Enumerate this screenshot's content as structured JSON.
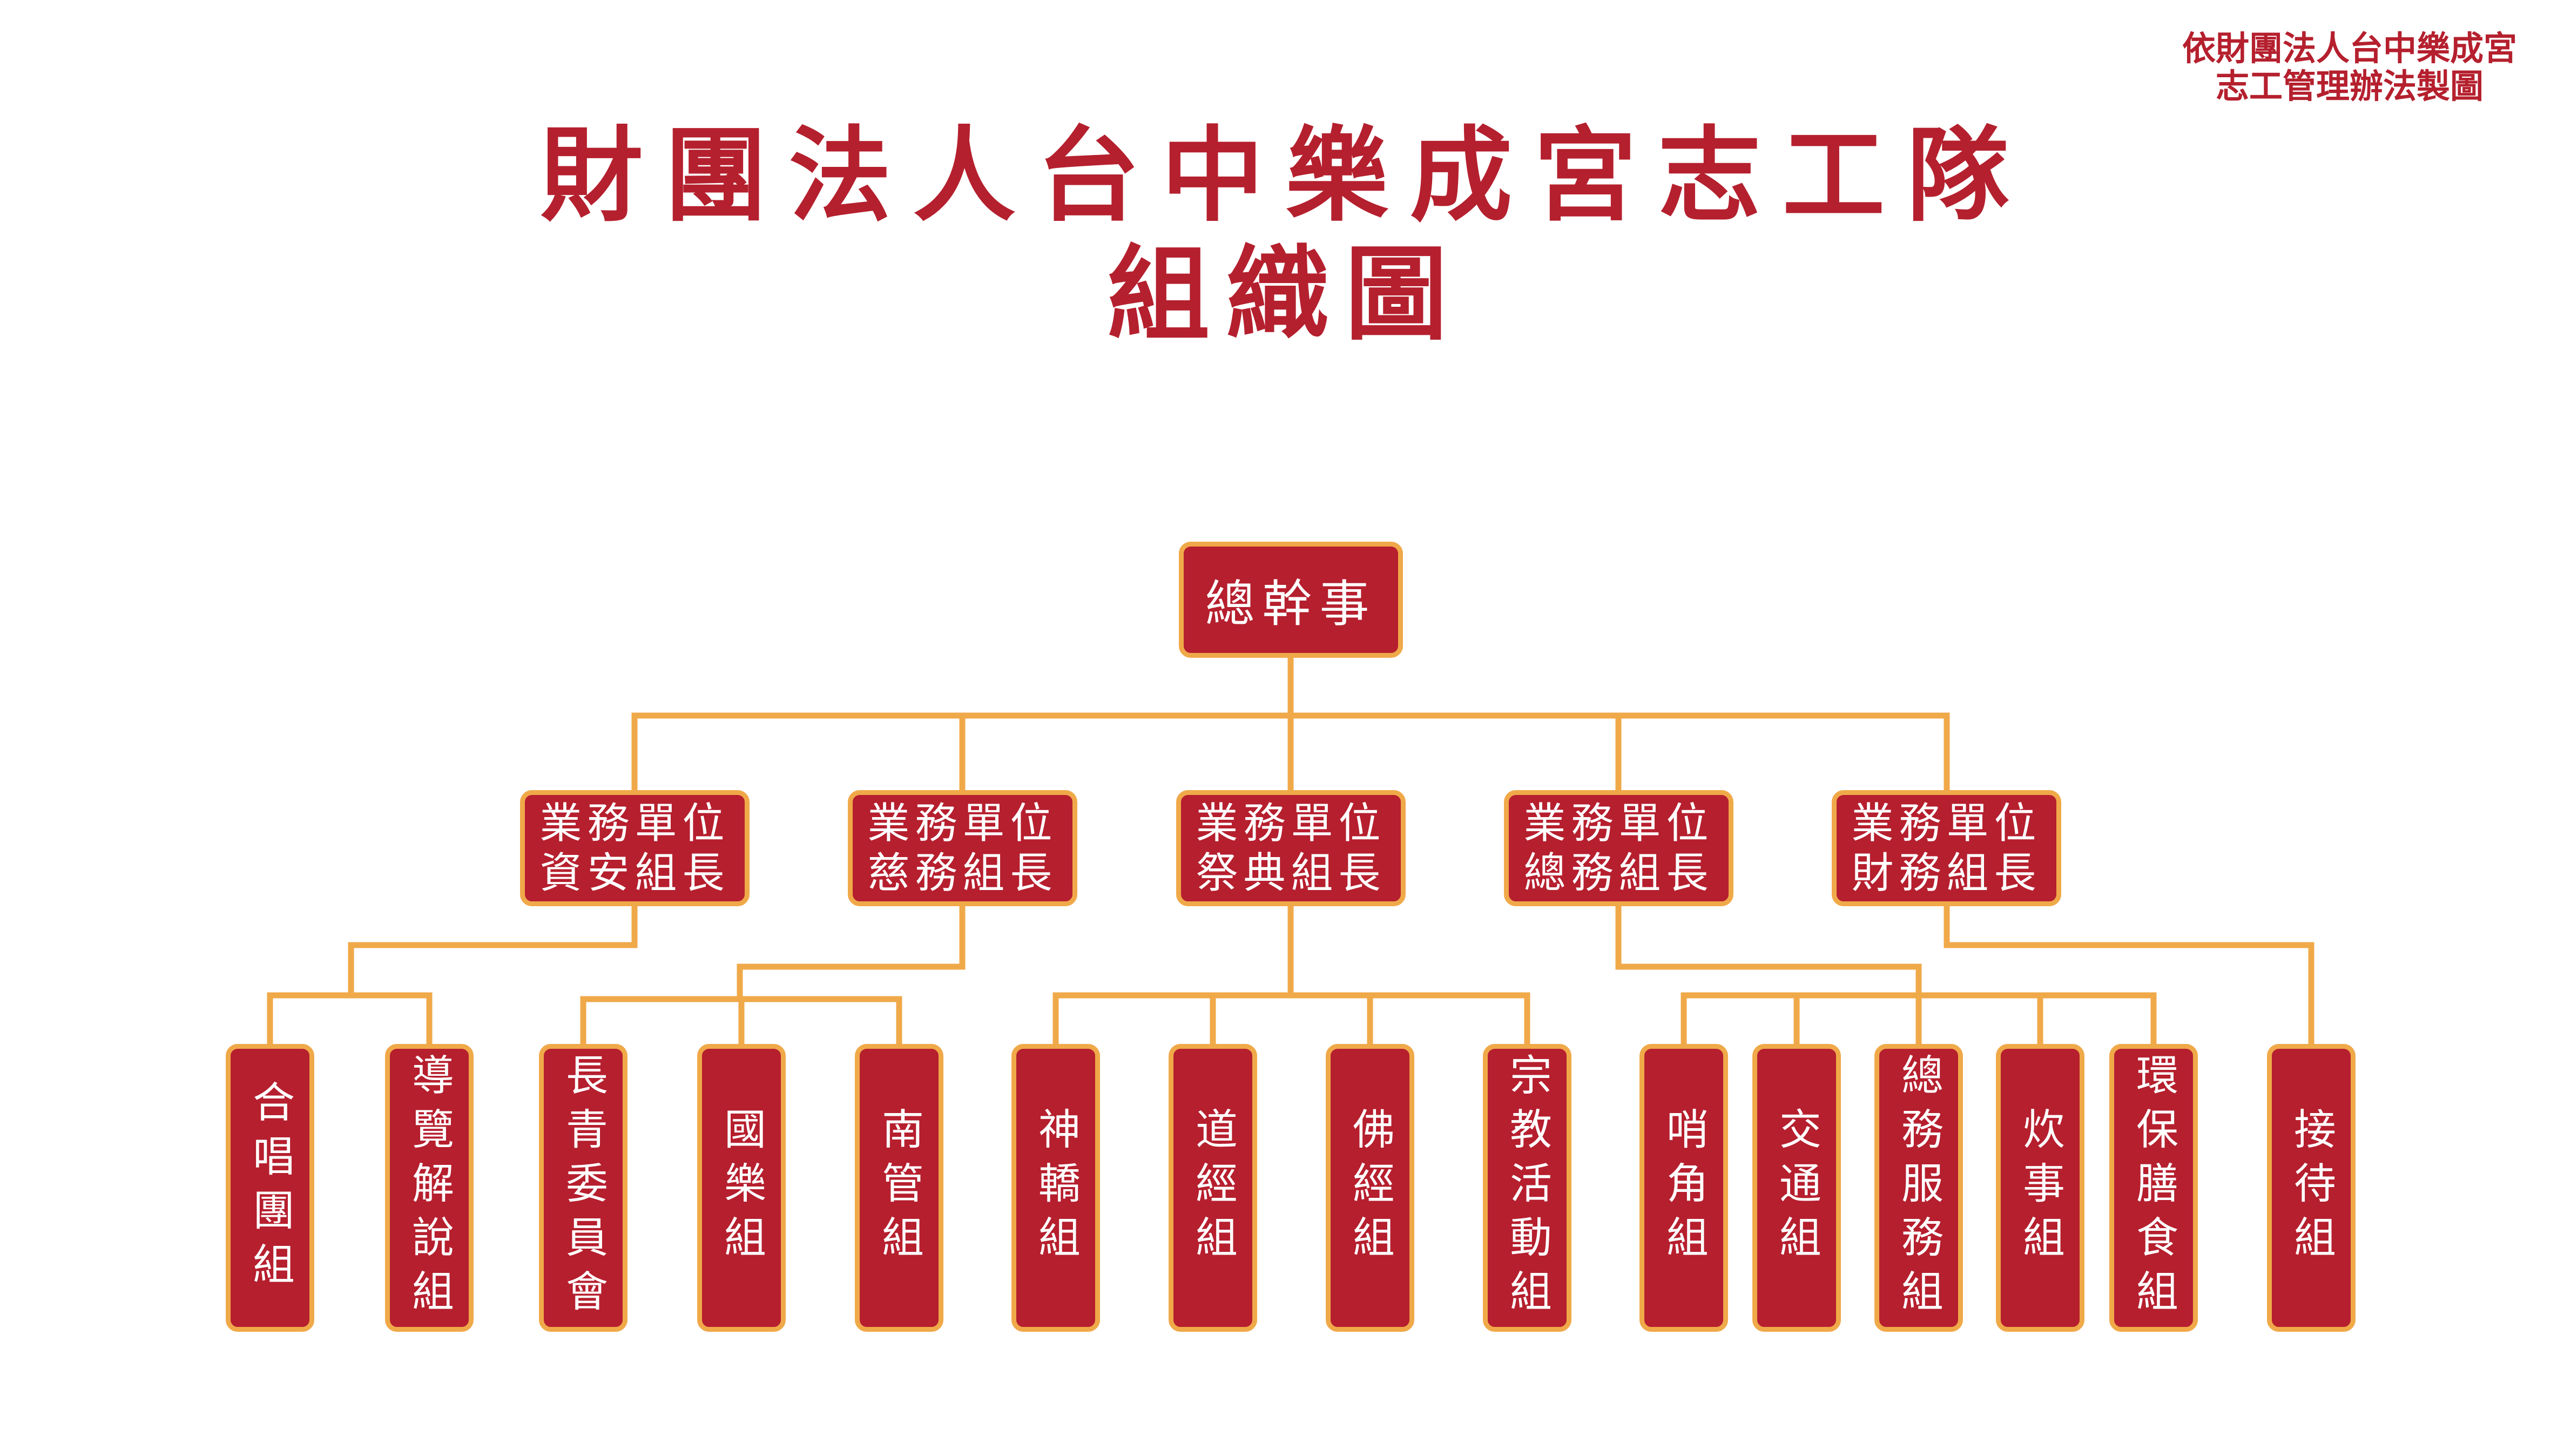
{
  "note": {
    "line1": "依財團法人台中樂成宮",
    "line2": "志工管理辦法製圖"
  },
  "title": {
    "line1": "財團法人台中樂成宮志工隊",
    "line2": "組織圖"
  },
  "colors": {
    "red": "#b61f2e",
    "border": "#f0a949",
    "line": "#f0a949",
    "title": "#b5202e"
  },
  "org": {
    "root": "總幹事",
    "units": [
      {
        "line1": "業務單位",
        "line2": "資安組長"
      },
      {
        "line1": "業務單位",
        "line2": "慈務組長"
      },
      {
        "line1": "業務單位",
        "line2": "祭典組長"
      },
      {
        "line1": "業務單位",
        "line2": "總務組長"
      },
      {
        "line1": "業務單位",
        "line2": "財務組長"
      }
    ],
    "groups": [
      "合唱團組",
      "導覽解說組",
      "長青委員會",
      "國樂組",
      "南管組",
      "神轎組",
      "道經組",
      "佛經組",
      "宗教活動組",
      "哨角組",
      "交通組",
      "總務服務組",
      "炊事組",
      "環保膳食組",
      "接待組"
    ]
  }
}
